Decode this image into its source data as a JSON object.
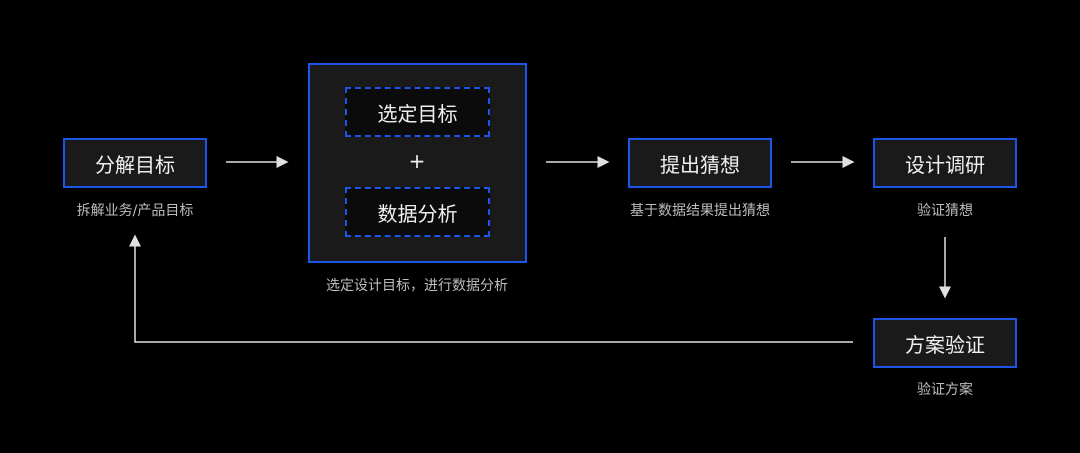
{
  "nodes": {
    "decompose": {
      "label": "分解目标",
      "caption": "拆解业务/产品目标"
    },
    "select_group": {
      "item1": "选定目标",
      "plus": "+",
      "item2": "数据分析",
      "caption": "选定设计目标，进行数据分析"
    },
    "hypothesis": {
      "label": "提出猜想",
      "caption": "基于数据结果提出猜想"
    },
    "research": {
      "label": "设计调研",
      "caption": "验证猜想"
    },
    "validate": {
      "label": "方案验证",
      "caption": "验证方案"
    }
  },
  "colors": {
    "accent": "#1d55e8",
    "background": "#000000",
    "box_fill": "#1a1a1a"
  }
}
